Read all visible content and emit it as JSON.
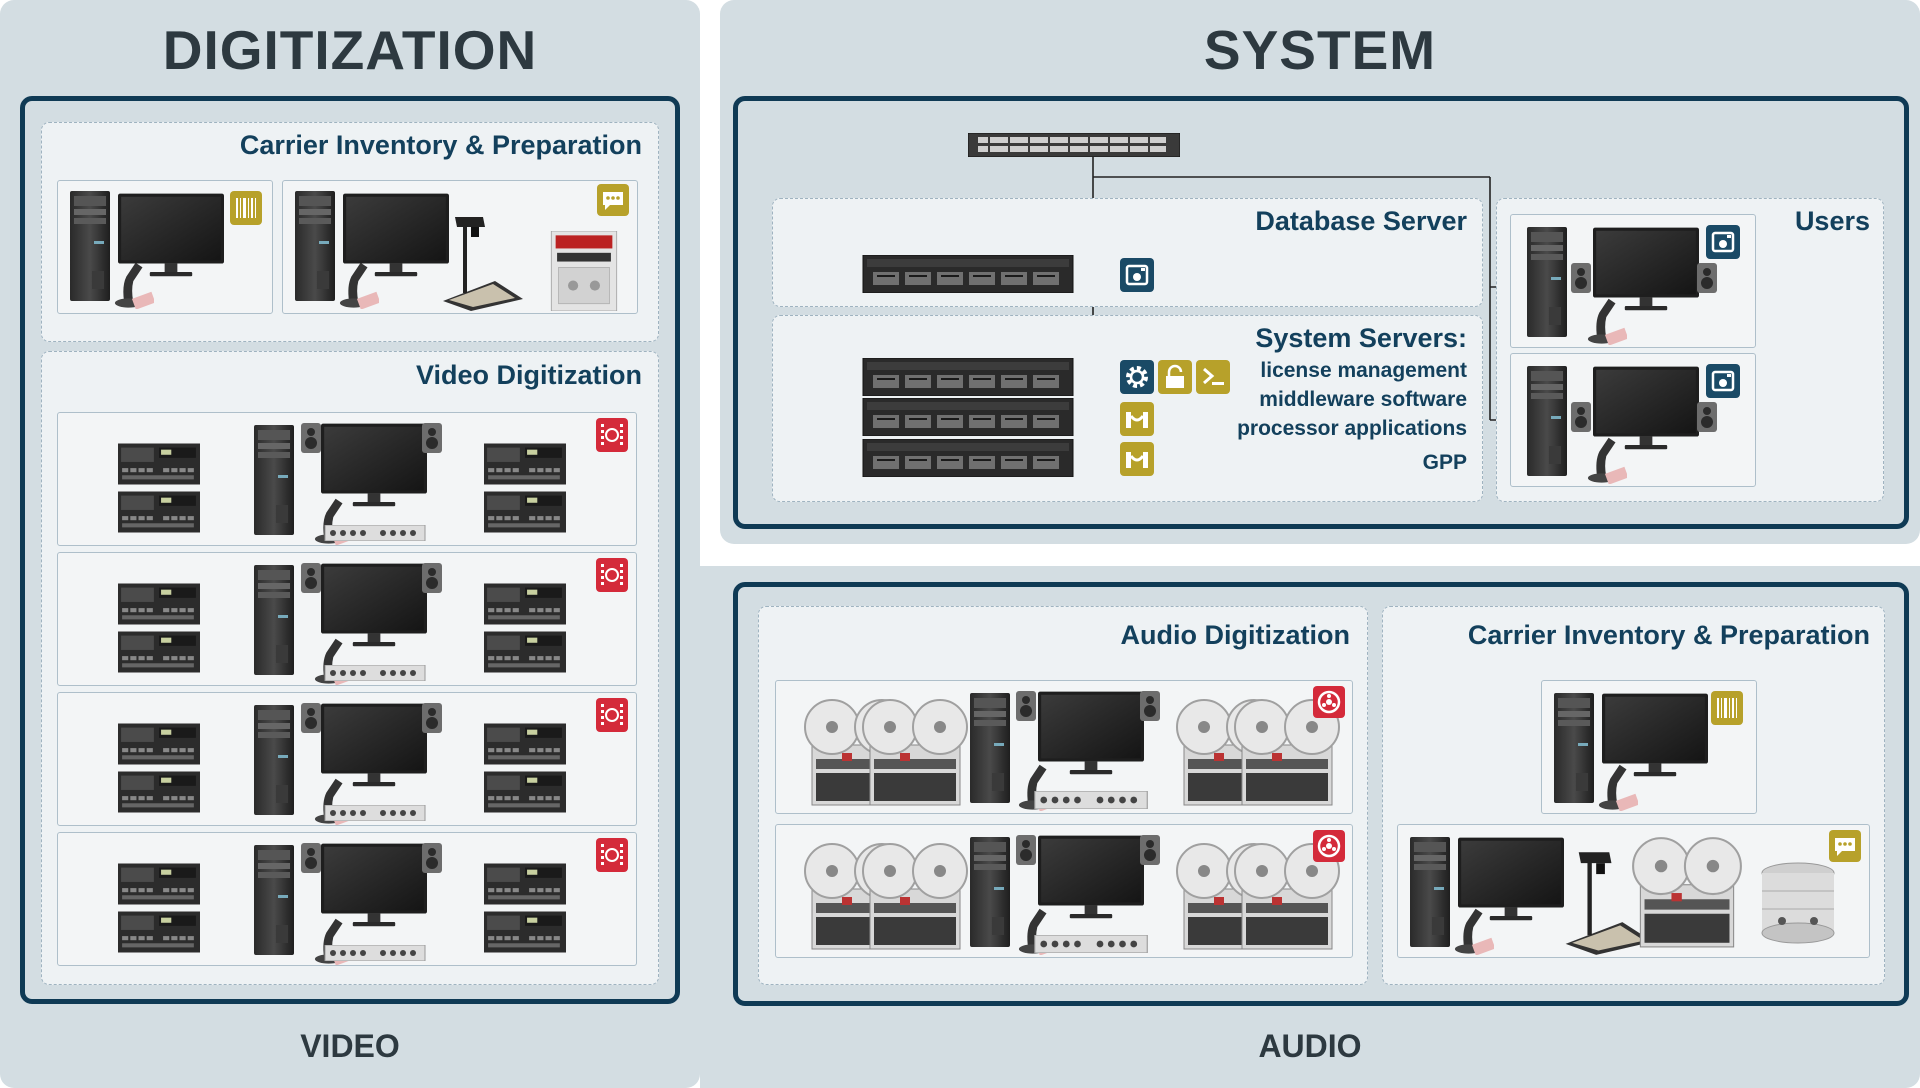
{
  "panels": {
    "digitization": {
      "title": "DIGITIZATION",
      "footer": "VIDEO"
    },
    "system": {
      "title": "SYSTEM"
    },
    "audio": {
      "footer": "AUDIO"
    }
  },
  "sections": {
    "video_carrier": "Carrier Inventory & Preparation",
    "video_digitization": "Video Digitization",
    "database_server": "Database Server",
    "system_servers": "System Servers:",
    "users": "Users",
    "audio_digitization": "Audio Digitization",
    "audio_carrier": "Carrier Inventory & Preparation"
  },
  "system_server_items": [
    "license management",
    "middleware software",
    "processor applications",
    "GPP"
  ],
  "colors": {
    "frame": "#0f3a55",
    "panel_bg": "#d3dde2",
    "title_text": "#2d3940",
    "section_text": "#13405c",
    "icon_navy": "#1a4a66",
    "icon_olive": "#b7a12a",
    "icon_red": "#d42a3a"
  },
  "icons": {
    "barcode": "barcode-icon",
    "comment": "comment-icon",
    "film": "film-reel-icon",
    "database": "database-icon",
    "gear": "gear-icon",
    "lock": "lock-icon",
    "terminal": "terminal-icon",
    "bridge": "bridge-icon",
    "reel": "reel-icon"
  }
}
